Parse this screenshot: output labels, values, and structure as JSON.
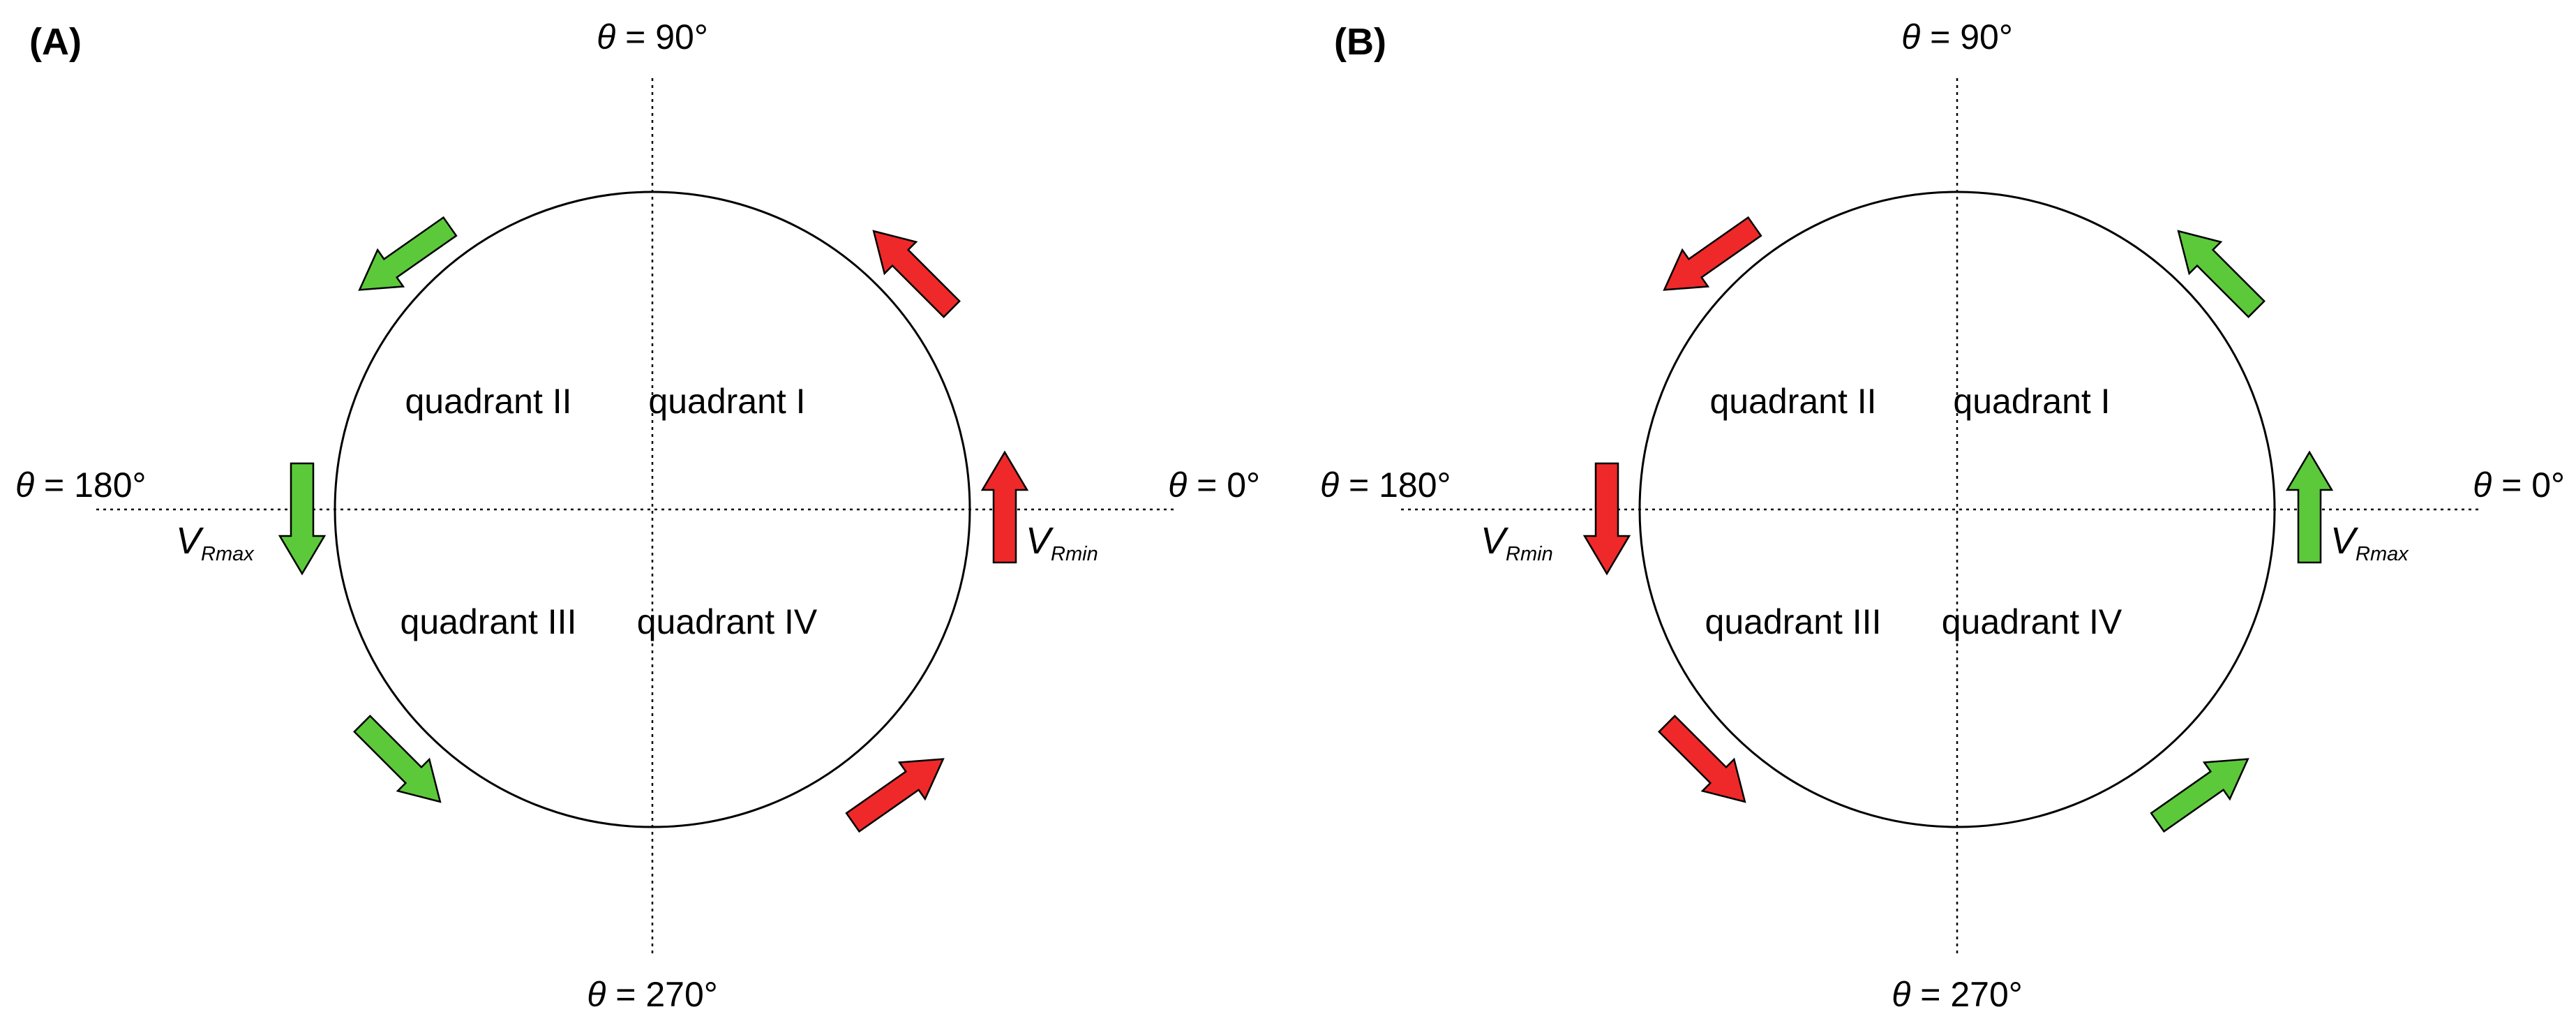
{
  "colors": {
    "red": "#ef2929",
    "green": "#5cc93a",
    "stroke": "#000000"
  },
  "panels": [
    {
      "label": "(A)",
      "angles": {
        "top": "90°",
        "bottom": "270°",
        "left": "180°",
        "right": "0°"
      },
      "theta": "θ",
      "equals": " = ",
      "quadrants": {
        "q1": "quadrant I",
        "q2": "quadrant II",
        "q3": "quadrant III",
        "q4": "quadrant IV"
      },
      "right_v": {
        "main": "V",
        "sub": "Rmin"
      },
      "left_v": {
        "main": "V",
        "sub": "Rmax"
      },
      "arrows": {
        "q1": "red",
        "q2": "green",
        "q3": "green",
        "q4": "red",
        "right": "red",
        "left": "green"
      }
    },
    {
      "label": "(B)",
      "angles": {
        "top": "90°",
        "bottom": "270°",
        "left": "180°",
        "right": "0°"
      },
      "theta": "θ",
      "equals": " = ",
      "quadrants": {
        "q1": "quadrant I",
        "q2": "quadrant II",
        "q3": "quadrant III",
        "q4": "quadrant IV"
      },
      "right_v": {
        "main": "V",
        "sub": "Rmax"
      },
      "left_v": {
        "main": "V",
        "sub": "Rmin"
      },
      "arrows": {
        "q1": "green",
        "q2": "red",
        "q3": "red",
        "q4": "green",
        "right": "green",
        "left": "red"
      }
    }
  ]
}
